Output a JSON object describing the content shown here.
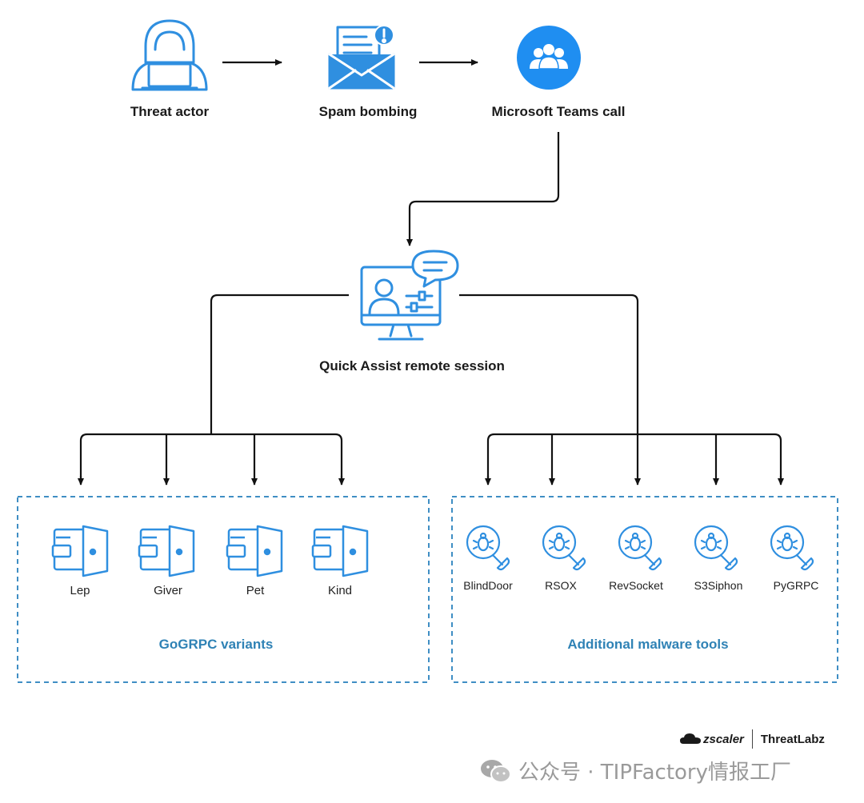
{
  "flow": {
    "threat_actor": "Threat actor",
    "spam_bombing": "Spam bombing",
    "teams_call": "Microsoft Teams call",
    "quick_assist": "Quick Assist remote session"
  },
  "gogrpc": {
    "title": "GoGRPC variants",
    "items": [
      "Lep",
      "Giver",
      "Pet",
      "Kind"
    ]
  },
  "tools": {
    "title": "Additional malware tools",
    "items": [
      "BlindDoor",
      "RSOX",
      "RevSocket",
      "S3Siphon",
      "PyGRPC"
    ]
  },
  "branding": {
    "logo": "zscaler",
    "lab": "ThreatLabz"
  },
  "watermark": "公众号 · TIPFactory情报工厂",
  "colors": {
    "accent": "#1f8ef1",
    "icon_blue": "#2f8fe0",
    "group_title": "#2f82b5",
    "dashed_border": "#3f8ec4",
    "arrow": "#111111"
  },
  "icons": {
    "threat_actor": "hooded-hacker-icon",
    "spam_bombing": "envelope-alert-icon",
    "teams_call": "team-group-icon",
    "quick_assist": "monitor-chat-icon",
    "variant": "wallet-icon",
    "tool": "bug-wrench-icon"
  }
}
